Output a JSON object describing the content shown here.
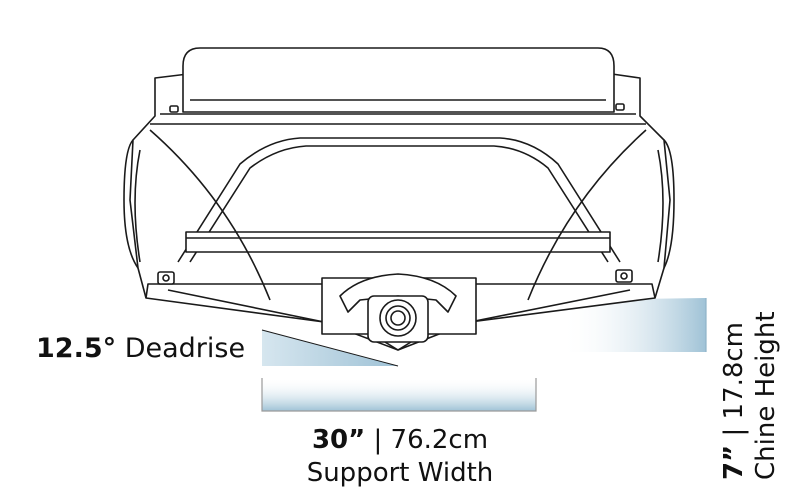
{
  "deadrise": {
    "value": "12.5°",
    "label": "Deadrise"
  },
  "support_width": {
    "imperial": "30”",
    "metric": "76.2cm",
    "label": "Support Width",
    "separator": "|"
  },
  "chine_height": {
    "imperial": "7”",
    "metric": "17.8cm",
    "label": "Chine Height",
    "separator": "|"
  },
  "colors": {
    "line": "#1a1a1a",
    "gradient_blue": "#9fc2d6",
    "text": "#111111"
  }
}
